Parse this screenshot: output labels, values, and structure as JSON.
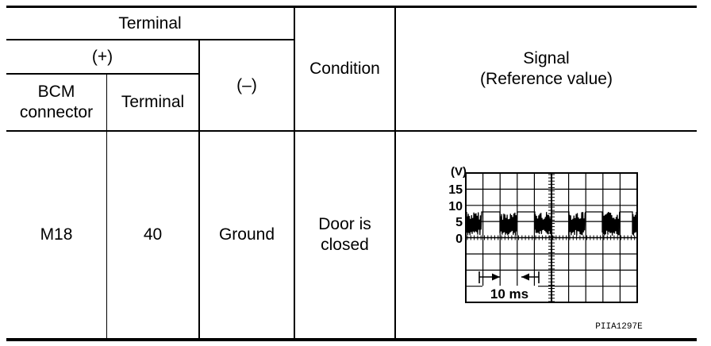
{
  "table": {
    "header": {
      "terminal": "Terminal",
      "plus": "(+)",
      "minus": "(–)",
      "bcm_connector": "BCM\nconnector",
      "terminal_sub": "Terminal",
      "condition": "Condition",
      "signal": "Signal\n(Reference value)"
    },
    "rows": [
      {
        "connector": "M18",
        "terminal": "40",
        "minus": "Ground",
        "condition": "Door is\nclosed"
      }
    ]
  },
  "scope": {
    "unit": "(V)",
    "y_ticks": [
      "15",
      "10",
      "5",
      "0"
    ],
    "time_label": "10 ms",
    "figure_code": "PIIA1297E"
  }
}
